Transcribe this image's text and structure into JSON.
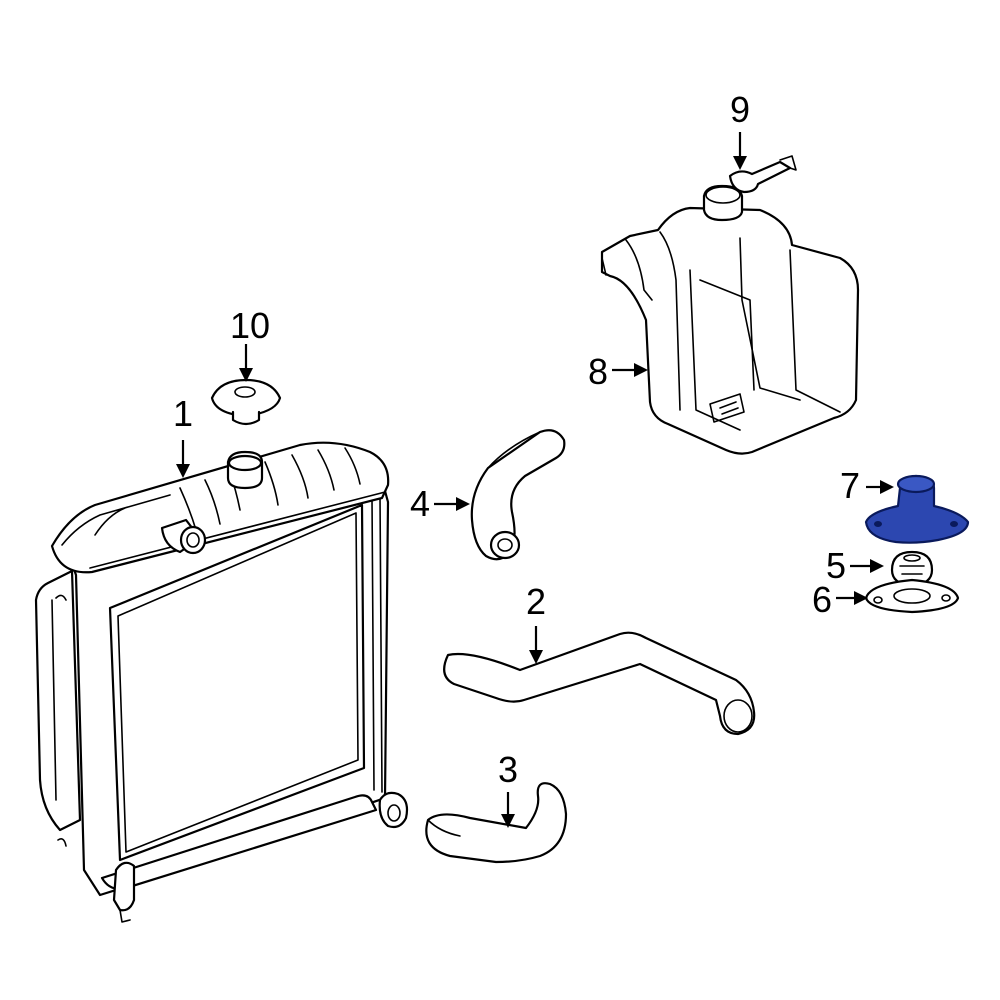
{
  "colors": {
    "line": "#000000",
    "background": "#ffffff",
    "highlight_fill": "#2c47b0",
    "highlight_stroke": "#0a1a5c"
  },
  "callouts": [
    {
      "number": "1",
      "part": "radiator"
    },
    {
      "number": "2",
      "part": "upper-hose"
    },
    {
      "number": "3",
      "part": "lower-hose"
    },
    {
      "number": "4",
      "part": "bypass-hose"
    },
    {
      "number": "5",
      "part": "thermostat"
    },
    {
      "number": "6",
      "part": "gasket"
    },
    {
      "number": "7",
      "part": "thermostat-housing",
      "highlighted": true
    },
    {
      "number": "8",
      "part": "reservoir-tank"
    },
    {
      "number": "9",
      "part": "reservoir-cap"
    },
    {
      "number": "10",
      "part": "radiator-cap"
    }
  ]
}
